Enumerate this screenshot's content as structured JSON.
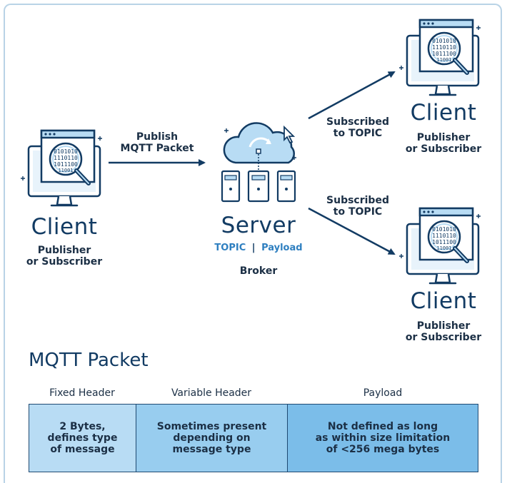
{
  "clients": {
    "left": {
      "title": "Client",
      "sub1": "Publisher",
      "sub2": "or Subscriber"
    },
    "top_right": {
      "title": "Client",
      "sub1": "Publisher",
      "sub2": "or Subscriber"
    },
    "bottom_right": {
      "title": "Client",
      "sub1": "Publisher",
      "sub2": "or Subscriber"
    }
  },
  "edges": {
    "publish": {
      "line1": "Publish",
      "line2": "MQTT Packet"
    },
    "sub_top": {
      "line1": "Subscribed",
      "line2": "to TOPIC"
    },
    "sub_bottom": {
      "line1": "Subscribed",
      "line2": "to TOPIC"
    }
  },
  "server": {
    "title": "Server",
    "topic": "TOPIC",
    "separator": "|",
    "payload": "Payload",
    "broker": "Broker"
  },
  "packet": {
    "title": "MQTT Packet",
    "columns": [
      {
        "label": "Fixed Header",
        "text1": "2 Bytes,",
        "text2": "defines type",
        "text3": "of message",
        "color": "#b8dcf4"
      },
      {
        "label": "Variable Header",
        "text1": "Sometimes present",
        "text2": "depending on",
        "text3": "message type",
        "color": "#98cdef"
      },
      {
        "label": "Payload",
        "text1": "Not defined as long",
        "text2": "as within size limitation",
        "text3": "of <256 mega bytes",
        "color": "#7bbde9"
      }
    ]
  },
  "colors": {
    "navy": "#123b63",
    "accent": "#2e7fc0",
    "border": "#b9d3e6"
  }
}
